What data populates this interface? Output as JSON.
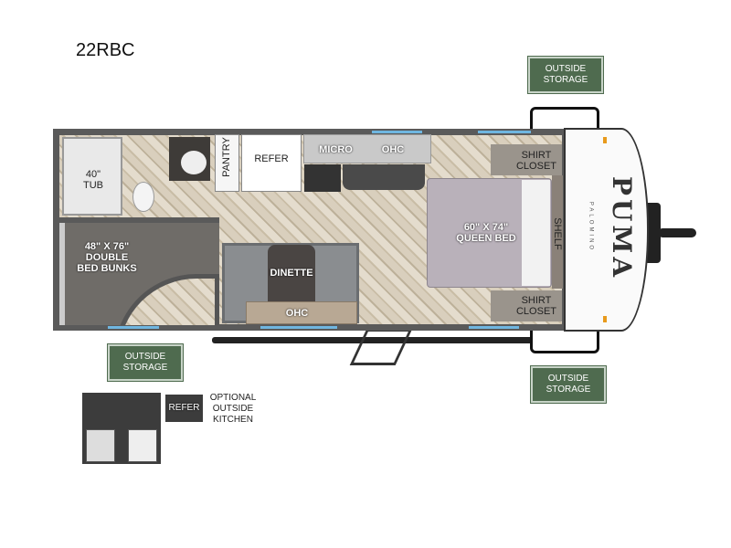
{
  "title": "22RBC",
  "storage": {
    "top": "OUTSIDE STORAGE",
    "bottom_left": "OUTSIDE STORAGE",
    "bottom_right": "OUTSIDE STORAGE"
  },
  "rooms": {
    "tub": "40\" TUB",
    "pantry": "PANTRY",
    "refer": "REFER",
    "micro": "MICRO",
    "ohc_kitchen": "OHC",
    "bunks": "48\" X 76\" DOUBLE BED BUNKS",
    "dinette": "DINETTE",
    "ohc_dinette": "OHC",
    "queen_bed": "60\" X 74\" QUEEN BED",
    "shirt_closet_top": "SHIRT CLOSET",
    "shirt_closet_bottom": "SHIRT CLOSET",
    "shelf": "SHELF"
  },
  "outside_kitchen": {
    "refer": "REFER",
    "label": "OPTIONAL OUTSIDE KITCHEN"
  },
  "logo": {
    "brand": "PUMA",
    "sub": "PALOMINO"
  },
  "colors": {
    "storage": "#4f6b4f",
    "wall": "#5a5a5a",
    "bed": "#b9b1ba"
  }
}
